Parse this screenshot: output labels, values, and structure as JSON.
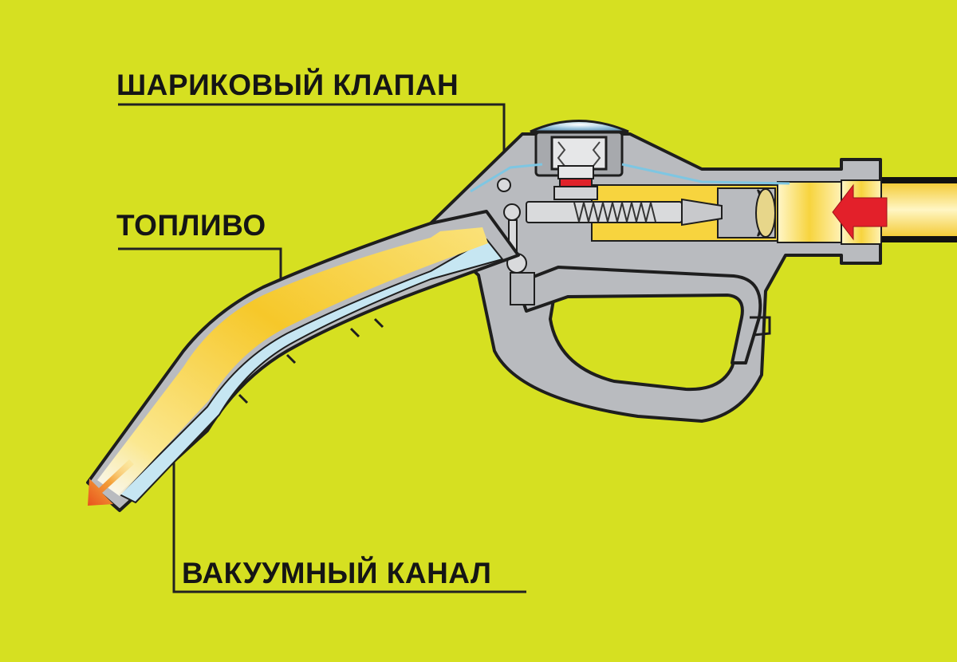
{
  "labels": {
    "ball_valve": "ШАРИКОВЫЙ КЛАПАН",
    "fuel": "ТОПЛИВО",
    "vacuum_channel": "ВАКУУМНЫЙ КАНАЛ"
  },
  "colors": {
    "background": "#d6e021",
    "body_gray": "#b7b9bd",
    "fuel_yellow": "#f7d33a",
    "vacuum_blue": "#bfe3f0",
    "valve_red": "#e0222a",
    "flow_arrow_red": "#e3202a",
    "outflow_orange": "#ee6a22"
  }
}
